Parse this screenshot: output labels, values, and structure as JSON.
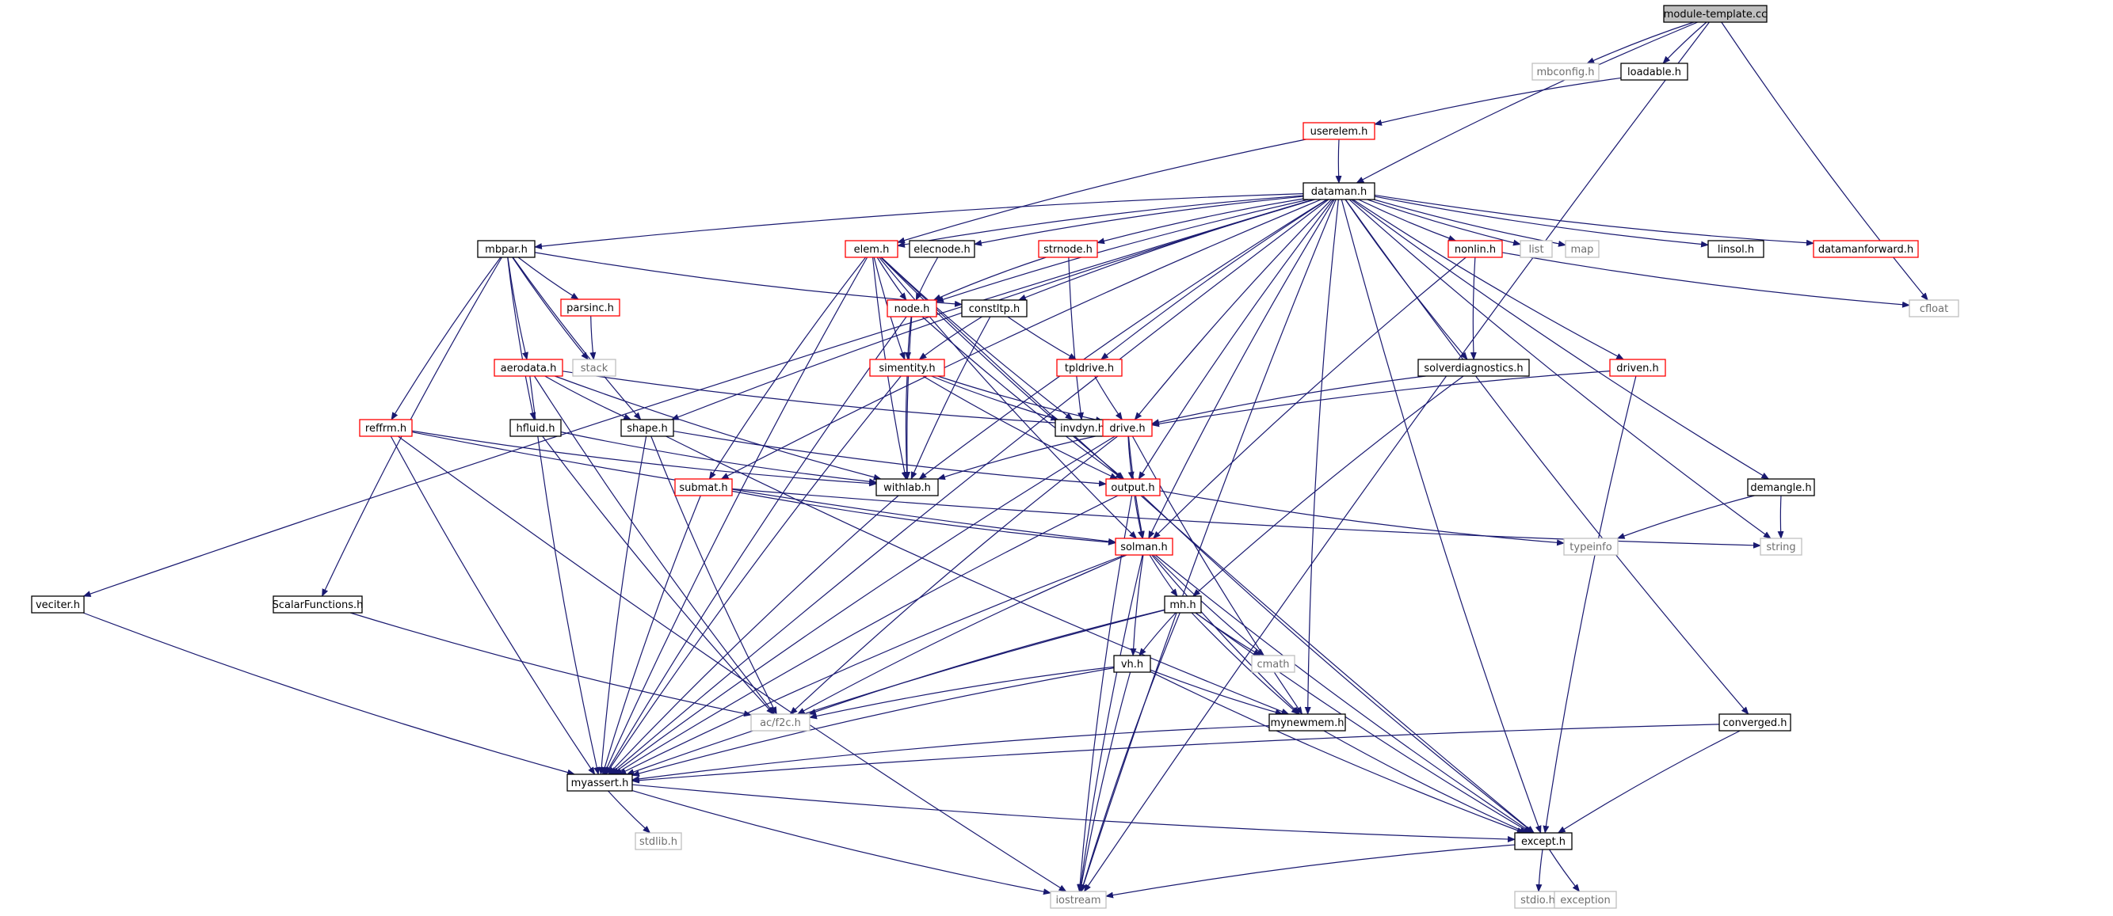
{
  "diagram": {
    "title": "module-template.cc",
    "colors": {
      "edge": "#191970",
      "root_fill": "#bfbfbf",
      "normal_border": "#000000",
      "truncated_border": "#ff0000",
      "system_border": "#bfbfbf",
      "system_text": "#6e6e6e"
    },
    "nodes": [
      {
        "id": "module_template_cc",
        "label": "module-template.cc",
        "kind": "root"
      },
      {
        "id": "mbconfig_h",
        "label": "mbconfig.h",
        "kind": "system"
      },
      {
        "id": "loadable_h",
        "label": "loadable.h",
        "kind": "normal"
      },
      {
        "id": "userelem_h",
        "label": "userelem.h",
        "kind": "truncated"
      },
      {
        "id": "dataman_h",
        "label": "dataman.h",
        "kind": "normal"
      },
      {
        "id": "mbpar_h",
        "label": "mbpar.h",
        "kind": "normal"
      },
      {
        "id": "elem_h",
        "label": "elem.h",
        "kind": "truncated"
      },
      {
        "id": "elecnode_h",
        "label": "elecnode.h",
        "kind": "normal"
      },
      {
        "id": "strnode_h",
        "label": "strnode.h",
        "kind": "truncated"
      },
      {
        "id": "nonlin_h",
        "label": "nonlin.h",
        "kind": "truncated"
      },
      {
        "id": "list",
        "label": "list",
        "kind": "system"
      },
      {
        "id": "map",
        "label": "map",
        "kind": "system"
      },
      {
        "id": "linsol_h",
        "label": "linsol.h",
        "kind": "normal"
      },
      {
        "id": "datamanforward_h",
        "label": "datamanforward.h",
        "kind": "truncated"
      },
      {
        "id": "cfloat",
        "label": "cfloat",
        "kind": "system"
      },
      {
        "id": "parsinc_h",
        "label": "parsinc.h",
        "kind": "truncated"
      },
      {
        "id": "node_h",
        "label": "node.h",
        "kind": "truncated"
      },
      {
        "id": "constltp_h",
        "label": "constltp.h",
        "kind": "normal"
      },
      {
        "id": "stack",
        "label": "stack",
        "kind": "system"
      },
      {
        "id": "aerodata_h",
        "label": "aerodata.h",
        "kind": "truncated"
      },
      {
        "id": "simentity_h",
        "label": "simentity.h",
        "kind": "truncated"
      },
      {
        "id": "tpldrive_h",
        "label": "tpldrive.h",
        "kind": "truncated"
      },
      {
        "id": "solverdiagnostics_h",
        "label": "solverdiagnostics.h",
        "kind": "normal"
      },
      {
        "id": "driven_h",
        "label": "driven.h",
        "kind": "truncated"
      },
      {
        "id": "reffrm_h",
        "label": "reffrm.h",
        "kind": "truncated"
      },
      {
        "id": "hfluid_h",
        "label": "hfluid.h",
        "kind": "normal"
      },
      {
        "id": "shape_h",
        "label": "shape.h",
        "kind": "normal"
      },
      {
        "id": "invdyn_h",
        "label": "invdyn.h",
        "kind": "normal"
      },
      {
        "id": "drive_h",
        "label": "drive.h",
        "kind": "truncated"
      },
      {
        "id": "withlab_h",
        "label": "withlab.h",
        "kind": "normal"
      },
      {
        "id": "submat_h",
        "label": "submat.h",
        "kind": "truncated"
      },
      {
        "id": "output_h",
        "label": "output.h",
        "kind": "truncated"
      },
      {
        "id": "demangle_h",
        "label": "demangle.h",
        "kind": "normal"
      },
      {
        "id": "typeinfo",
        "label": "typeinfo",
        "kind": "system"
      },
      {
        "id": "string",
        "label": "string",
        "kind": "system"
      },
      {
        "id": "solman_h",
        "label": "solman.h",
        "kind": "truncated"
      },
      {
        "id": "veciter_h",
        "label": "veciter.h",
        "kind": "normal"
      },
      {
        "id": "scalarfunctions_h",
        "label": "ScalarFunctions.h",
        "kind": "normal"
      },
      {
        "id": "mh_h",
        "label": "mh.h",
        "kind": "normal"
      },
      {
        "id": "cmath",
        "label": "cmath",
        "kind": "system"
      },
      {
        "id": "vh_h",
        "label": "vh.h",
        "kind": "normal"
      },
      {
        "id": "ac_f2c_h",
        "label": "ac/f2c.h",
        "kind": "system"
      },
      {
        "id": "mynewmem_h",
        "label": "mynewmem.h",
        "kind": "normal"
      },
      {
        "id": "converged_h",
        "label": "converged.h",
        "kind": "normal"
      },
      {
        "id": "myassert_h",
        "label": "myassert.h",
        "kind": "normal"
      },
      {
        "id": "stdlib_h",
        "label": "stdlib.h",
        "kind": "system"
      },
      {
        "id": "except_h",
        "label": "except.h",
        "kind": "normal"
      },
      {
        "id": "iostream",
        "label": "iostream",
        "kind": "system"
      },
      {
        "id": "stdio_h",
        "label": "stdio.h",
        "kind": "system"
      },
      {
        "id": "exception",
        "label": "exception",
        "kind": "system"
      }
    ],
    "edges": [
      [
        "module_template_cc",
        "mbconfig_h"
      ],
      [
        "module_template_cc",
        "loadable_h"
      ],
      [
        "module_template_cc",
        "dataman_h"
      ],
      [
        "module_template_cc",
        "cfloat"
      ],
      [
        "module_template_cc",
        "iostream"
      ],
      [
        "loadable_h",
        "userelem_h"
      ],
      [
        "userelem_h",
        "dataman_h"
      ],
      [
        "userelem_h",
        "elem_h"
      ],
      [
        "dataman_h",
        "mbpar_h"
      ],
      [
        "dataman_h",
        "elem_h"
      ],
      [
        "dataman_h",
        "elecnode_h"
      ],
      [
        "dataman_h",
        "strnode_h"
      ],
      [
        "dataman_h",
        "nonlin_h"
      ],
      [
        "dataman_h",
        "list"
      ],
      [
        "dataman_h",
        "map"
      ],
      [
        "dataman_h",
        "linsol_h"
      ],
      [
        "dataman_h",
        "datamanforward_h"
      ],
      [
        "dataman_h",
        "string"
      ],
      [
        "dataman_h",
        "veciter_h"
      ],
      [
        "dataman_h",
        "myassert_h"
      ],
      [
        "dataman_h",
        "iostream"
      ],
      [
        "dataman_h",
        "node_h"
      ],
      [
        "dataman_h",
        "constltp_h"
      ],
      [
        "dataman_h",
        "tpldrive_h"
      ],
      [
        "dataman_h",
        "solverdiagnostics_h"
      ],
      [
        "dataman_h",
        "driven_h"
      ],
      [
        "dataman_h",
        "drive_h"
      ],
      [
        "dataman_h",
        "output_h"
      ],
      [
        "dataman_h",
        "solman_h"
      ],
      [
        "dataman_h",
        "demangle_h"
      ],
      [
        "dataman_h",
        "converged_h"
      ],
      [
        "dataman_h",
        "except_h"
      ],
      [
        "dataman_h",
        "mynewmem_h"
      ],
      [
        "dataman_h",
        "shape_h"
      ],
      [
        "dataman_h",
        "submat_h"
      ],
      [
        "dataman_h",
        "withlab_h"
      ],
      [
        "mbpar_h",
        "parsinc_h"
      ],
      [
        "mbpar_h",
        "stack"
      ],
      [
        "mbpar_h",
        "aerodata_h"
      ],
      [
        "mbpar_h",
        "reffrm_h"
      ],
      [
        "mbpar_h",
        "hfluid_h"
      ],
      [
        "mbpar_h",
        "scalarfunctions_h"
      ],
      [
        "mbpar_h",
        "constltp_h"
      ],
      [
        "mbpar_h",
        "shape_h"
      ],
      [
        "parsinc_h",
        "stack"
      ],
      [
        "elem_h",
        "node_h"
      ],
      [
        "elem_h",
        "simentity_h"
      ],
      [
        "elem_h",
        "withlab_h"
      ],
      [
        "elem_h",
        "invdyn_h"
      ],
      [
        "elem_h",
        "output_h"
      ],
      [
        "elem_h",
        "submat_h"
      ],
      [
        "elem_h",
        "myassert_h"
      ],
      [
        "elem_h",
        "except_h"
      ],
      [
        "elem_h",
        "solman_h"
      ],
      [
        "elecnode_h",
        "node_h"
      ],
      [
        "strnode_h",
        "node_h"
      ],
      [
        "strnode_h",
        "invdyn_h"
      ],
      [
        "nonlin_h",
        "solverdiagnostics_h"
      ],
      [
        "nonlin_h",
        "cfloat"
      ],
      [
        "nonlin_h",
        "solman_h"
      ],
      [
        "node_h",
        "simentity_h"
      ],
      [
        "node_h",
        "withlab_h"
      ],
      [
        "node_h",
        "output_h"
      ],
      [
        "node_h",
        "myassert_h"
      ],
      [
        "constltp_h",
        "simentity_h"
      ],
      [
        "constltp_h",
        "tpldrive_h"
      ],
      [
        "constltp_h",
        "withlab_h"
      ],
      [
        "aerodata_h",
        "shape_h"
      ],
      [
        "aerodata_h",
        "drive_h"
      ],
      [
        "aerodata_h",
        "withlab_h"
      ],
      [
        "aerodata_h",
        "myassert_h"
      ],
      [
        "aerodata_h",
        "ac_f2c_h"
      ],
      [
        "simentity_h",
        "withlab_h"
      ],
      [
        "simentity_h",
        "invdyn_h"
      ],
      [
        "simentity_h",
        "drive_h"
      ],
      [
        "simentity_h",
        "output_h"
      ],
      [
        "simentity_h",
        "myassert_h"
      ],
      [
        "tpldrive_h",
        "drive_h"
      ],
      [
        "solverdiagnostics_h",
        "drive_h"
      ],
      [
        "solverdiagnostics_h",
        "mh_h"
      ],
      [
        "driven_h",
        "drive_h"
      ],
      [
        "driven_h",
        "except_h"
      ],
      [
        "reffrm_h",
        "withlab_h"
      ],
      [
        "reffrm_h",
        "myassert_h"
      ],
      [
        "reffrm_h",
        "iostream"
      ],
      [
        "reffrm_h",
        "solman_h"
      ],
      [
        "hfluid_h",
        "withlab_h"
      ],
      [
        "hfluid_h",
        "ac_f2c_h"
      ],
      [
        "shape_h",
        "output_h"
      ],
      [
        "shape_h",
        "myassert_h"
      ],
      [
        "shape_h",
        "ac_f2c_h"
      ],
      [
        "shape_h",
        "mynewmem_h"
      ],
      [
        "drive_h",
        "withlab_h"
      ],
      [
        "drive_h",
        "output_h"
      ],
      [
        "drive_h",
        "solman_h"
      ],
      [
        "drive_h",
        "myassert_h"
      ],
      [
        "drive_h",
        "ac_f2c_h"
      ],
      [
        "drive_h",
        "mynewmem_h"
      ],
      [
        "withlab_h",
        "myassert_h"
      ],
      [
        "submat_h",
        "solman_h"
      ],
      [
        "submat_h",
        "myassert_h"
      ],
      [
        "submat_h",
        "string"
      ],
      [
        "output_h",
        "solman_h"
      ],
      [
        "output_h",
        "myassert_h"
      ],
      [
        "output_h",
        "iostream"
      ],
      [
        "output_h",
        "except_h"
      ],
      [
        "output_h",
        "typeinfo"
      ],
      [
        "demangle_h",
        "typeinfo"
      ],
      [
        "demangle_h",
        "string"
      ],
      [
        "solman_h",
        "mh_h"
      ],
      [
        "solman_h",
        "vh_h"
      ],
      [
        "solman_h",
        "ac_f2c_h"
      ],
      [
        "solman_h",
        "myassert_h"
      ],
      [
        "solman_h",
        "mynewmem_h"
      ],
      [
        "solman_h",
        "except_h"
      ],
      [
        "solman_h",
        "iostream"
      ],
      [
        "solman_h",
        "cmath"
      ],
      [
        "veciter_h",
        "myassert_h"
      ],
      [
        "scalarfunctions_h",
        "ac_f2c_h"
      ],
      [
        "mh_h",
        "vh_h"
      ],
      [
        "mh_h",
        "cmath"
      ],
      [
        "mh_h",
        "ac_f2c_h"
      ],
      [
        "mh_h",
        "myassert_h"
      ],
      [
        "mh_h",
        "mynewmem_h"
      ],
      [
        "mh_h",
        "except_h"
      ],
      [
        "mh_h",
        "iostream"
      ],
      [
        "vh_h",
        "ac_f2c_h"
      ],
      [
        "vh_h",
        "myassert_h"
      ],
      [
        "vh_h",
        "mynewmem_h"
      ],
      [
        "vh_h",
        "except_h"
      ],
      [
        "vh_h",
        "iostream"
      ],
      [
        "mynewmem_h",
        "myassert_h"
      ],
      [
        "mynewmem_h",
        "except_h"
      ],
      [
        "converged_h",
        "myassert_h"
      ],
      [
        "converged_h",
        "except_h"
      ],
      [
        "myassert_h",
        "stdlib_h"
      ],
      [
        "myassert_h",
        "except_h"
      ],
      [
        "myassert_h",
        "iostream"
      ],
      [
        "except_h",
        "stdio_h"
      ],
      [
        "except_h",
        "exception"
      ],
      [
        "except_h",
        "iostream"
      ]
    ]
  }
}
